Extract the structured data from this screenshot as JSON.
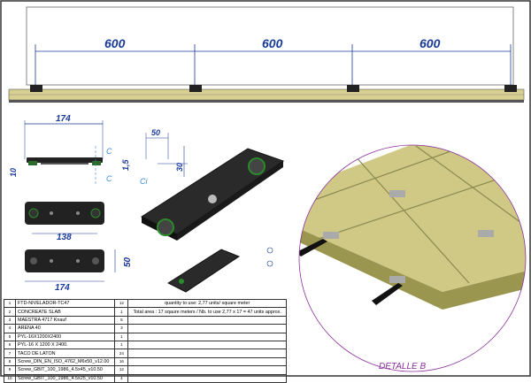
{
  "top_view": {
    "dimensions": [
      "600",
      "600",
      "600"
    ]
  },
  "side_view": {
    "width_label": "174",
    "height_label": "10",
    "gap_label": "1,5",
    "section_labels": [
      "C",
      "C"
    ]
  },
  "profile_view": {
    "width_label": "50",
    "height_label": "30",
    "section_label": "Ci"
  },
  "plan_views": {
    "top_width_label": "138",
    "bottom_width_label": "174",
    "height_label": "50"
  },
  "bom": {
    "rows": [
      {
        "n": "1",
        "name": "FTD-NIVELADOR-TC47",
        "qty": "12"
      },
      {
        "n": "2",
        "name": "CONCREATE SLAB",
        "qty": "1"
      },
      {
        "n": "3",
        "name": "MAESTRA 4717 Knauf",
        "qty": "5"
      },
      {
        "n": "4",
        "name": "ARENA 40",
        "qty": "3"
      },
      {
        "n": "5",
        "name": "PYL-16X1200X2400",
        "qty": "1"
      },
      {
        "n": "6",
        "name": "PYL-16 X 1200 X 2400.",
        "qty": "1"
      },
      {
        "n": "7",
        "name": "TACO DE LATON",
        "qty": "24"
      },
      {
        "n": "8",
        "name": "Screw_DIN_EN_ISO_4762_M6x50_v12.00",
        "qty": "16"
      },
      {
        "n": "9",
        "name": "Screw_GBIT_100_1986_4.5x45_v10.50",
        "qty": "12"
      },
      {
        "n": "10",
        "name": "Screw_GBIT_100_1986_4.5x25_v10.50",
        "qty": "4"
      }
    ],
    "notes": [
      "quantity to use: 2,77 units/ square meter",
      "Total area : 17 sqaure meters / Nb. to use 2,77 x 17 = 47 units approx."
    ]
  },
  "detail": {
    "label": "DETALLE B"
  },
  "colors": {
    "dimension": "#1a3a9a",
    "slab": "#c8c070",
    "detail_circle": "#8a2e9a"
  }
}
